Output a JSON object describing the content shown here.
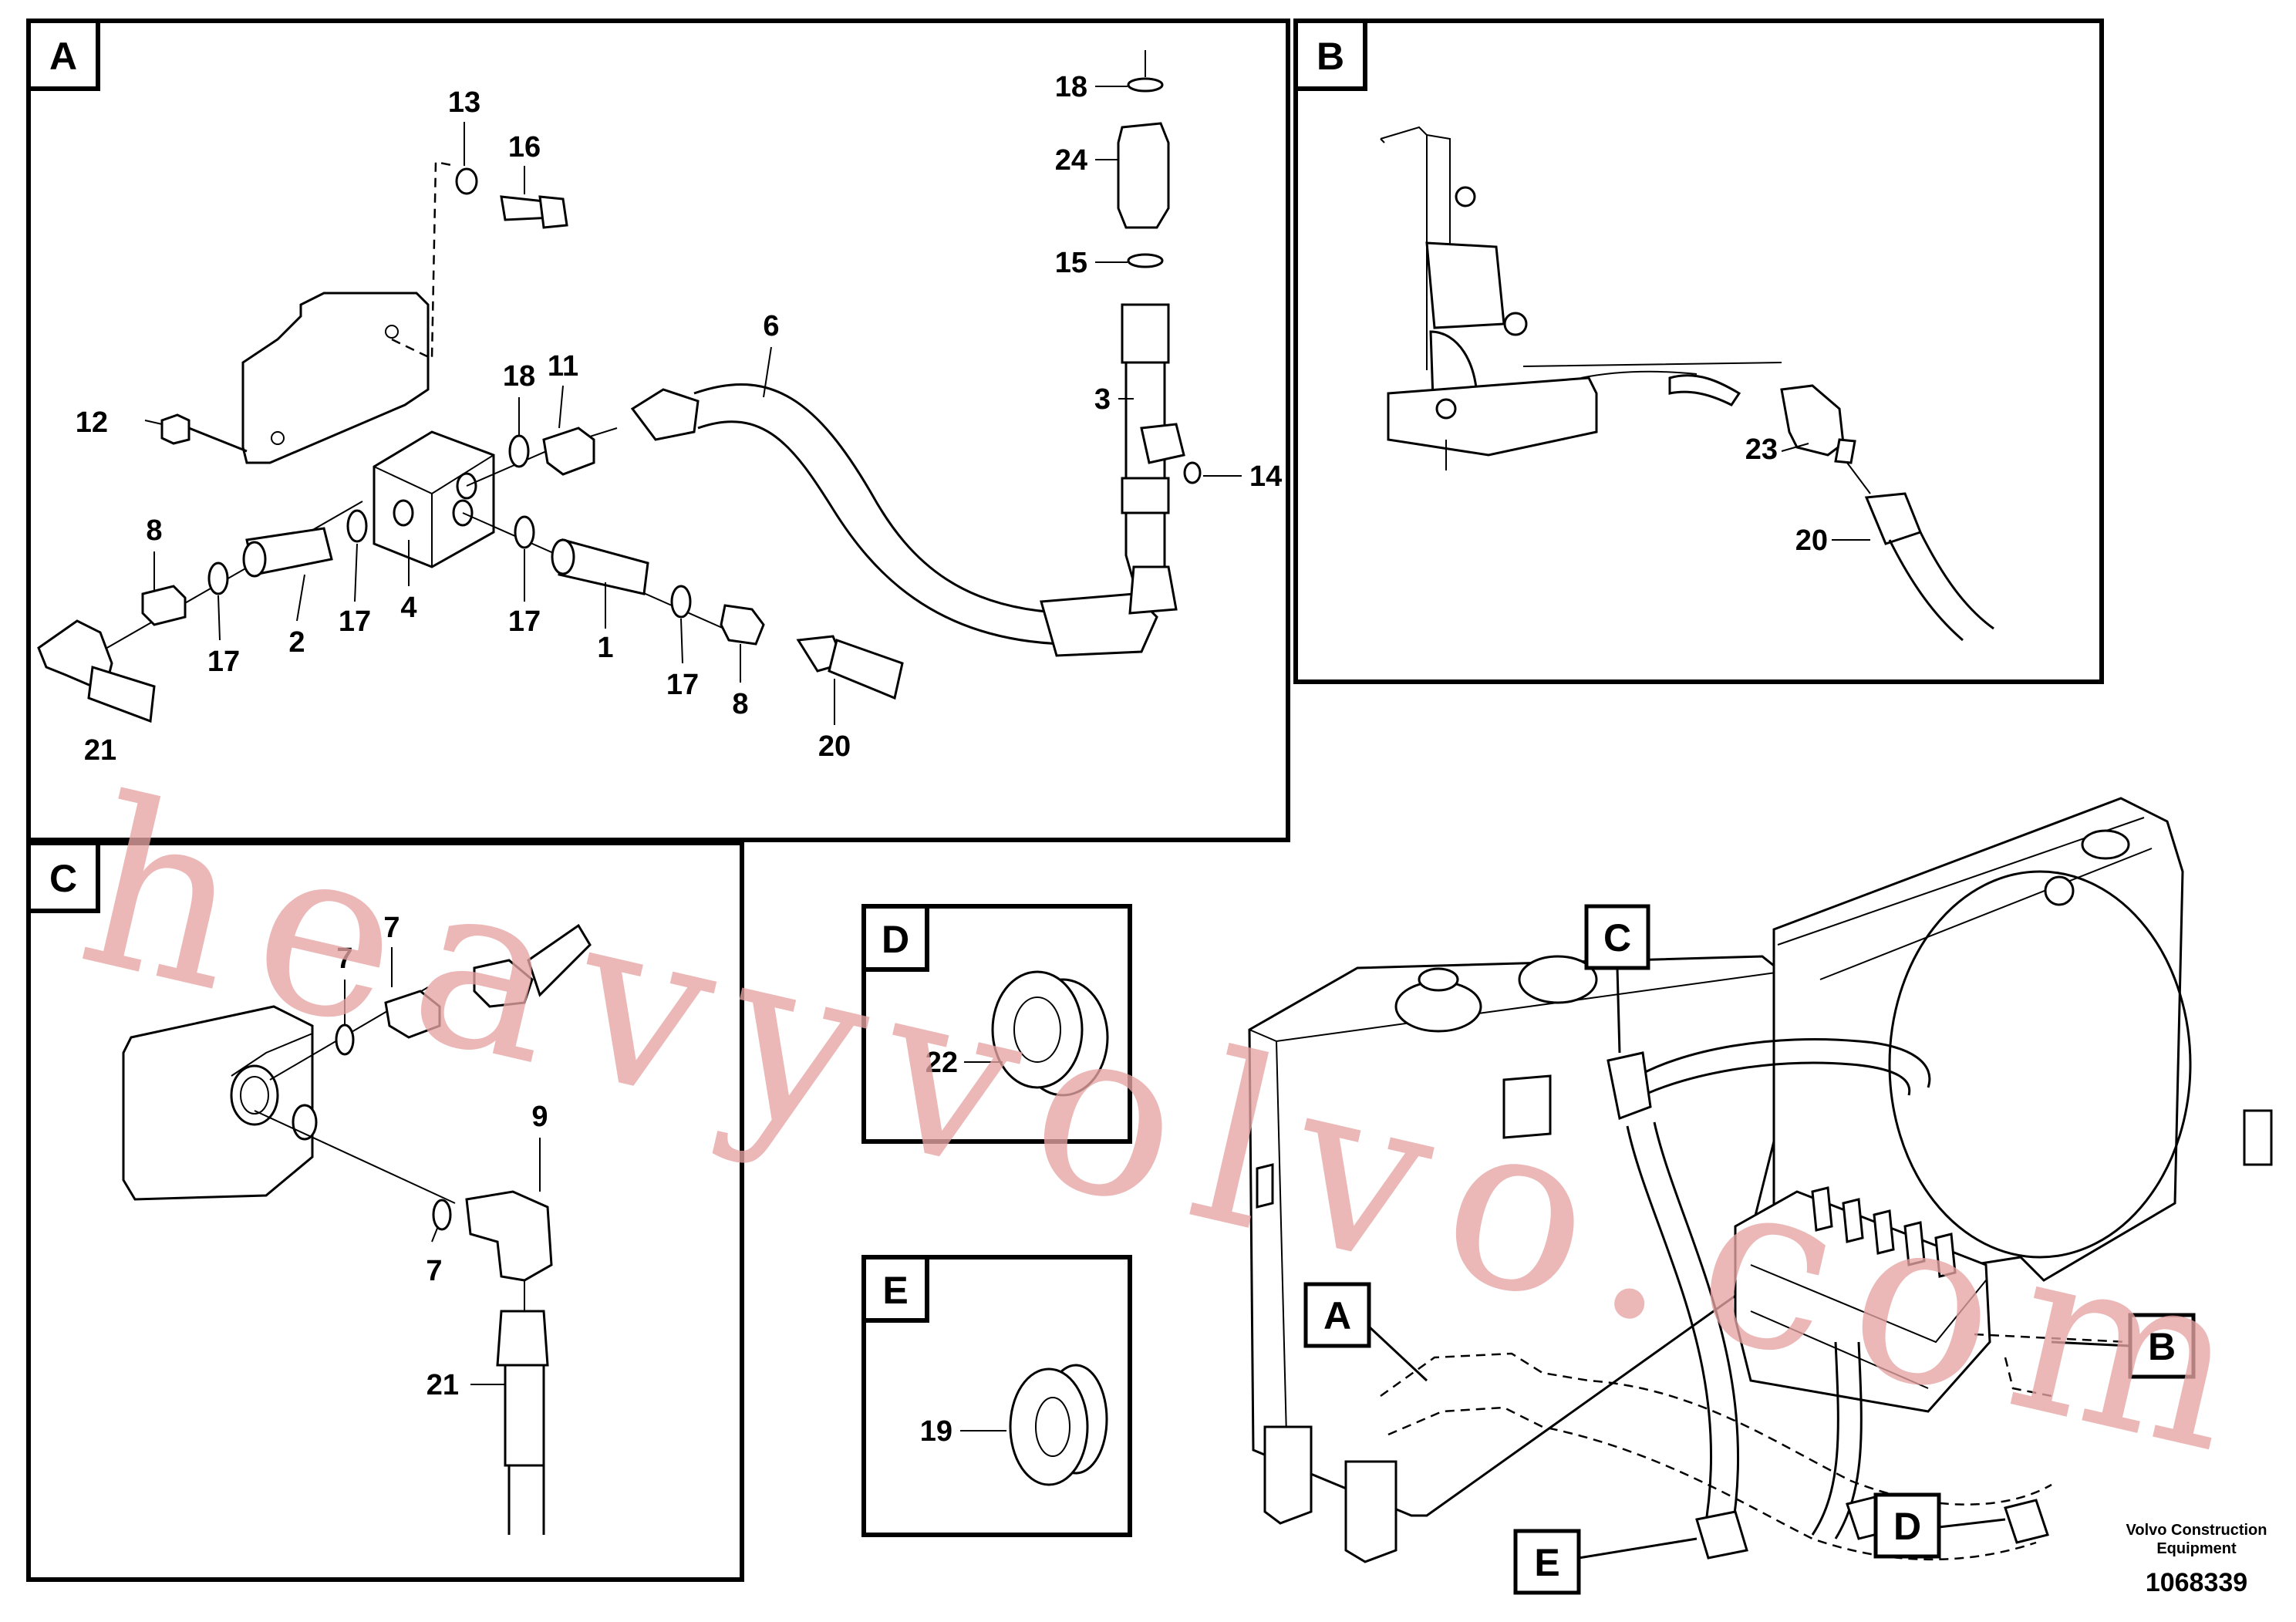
{
  "panels": {
    "A": {
      "tag": "A",
      "callouts": [
        "13",
        "16",
        "12",
        "18",
        "11",
        "6",
        "8",
        "2",
        "4",
        "17",
        "17",
        "17",
        "17",
        "1",
        "8",
        "20",
        "21",
        "18",
        "24",
        "15",
        "3",
        "14"
      ]
    },
    "B": {
      "tag": "B",
      "callouts": [
        "23",
        "20"
      ]
    },
    "C": {
      "tag": "C",
      "callouts": [
        "7",
        "7",
        "9",
        "7",
        "21"
      ]
    },
    "D": {
      "tag": "D",
      "callouts": [
        "22"
      ]
    },
    "E": {
      "tag": "E",
      "callouts": [
        "19"
      ]
    }
  },
  "overview": {
    "tags": [
      "C",
      "A",
      "B",
      "D",
      "E"
    ]
  },
  "watermark": "heavyvolvo.com",
  "publisher": {
    "line1": "Volvo Construction",
    "line2": "Equipment"
  },
  "document_number": "1068339",
  "colors": {
    "watermark": "#e6a3a3",
    "ink": "#000000"
  }
}
